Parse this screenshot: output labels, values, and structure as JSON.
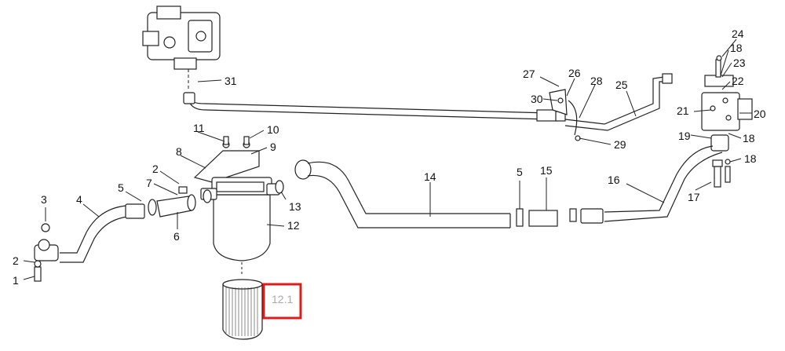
{
  "labels": {
    "l1": "1",
    "l2a": "2",
    "l2b": "2",
    "l3": "3",
    "l4": "4",
    "l5a": "5",
    "l5b": "5",
    "l6": "6",
    "l7": "7",
    "l8": "8",
    "l9": "9",
    "l10": "10",
    "l11": "11",
    "l12": "12",
    "l12_1": "12.1",
    "l13": "13",
    "l14": "14",
    "l15": "15",
    "l16": "16",
    "l17": "17",
    "l18a": "18",
    "l18b": "18",
    "l18c": "18",
    "l19": "19",
    "l20": "20",
    "l21": "21",
    "l22": "22",
    "l23": "23",
    "l24": "24",
    "l25": "25",
    "l26": "26",
    "l27": "27",
    "l28": "28",
    "l29": "29",
    "l30": "30",
    "l31": "31"
  },
  "colors": {
    "highlight": "#e01b1b",
    "line": "#222222",
    "muted_label": "#aaaaaa"
  }
}
